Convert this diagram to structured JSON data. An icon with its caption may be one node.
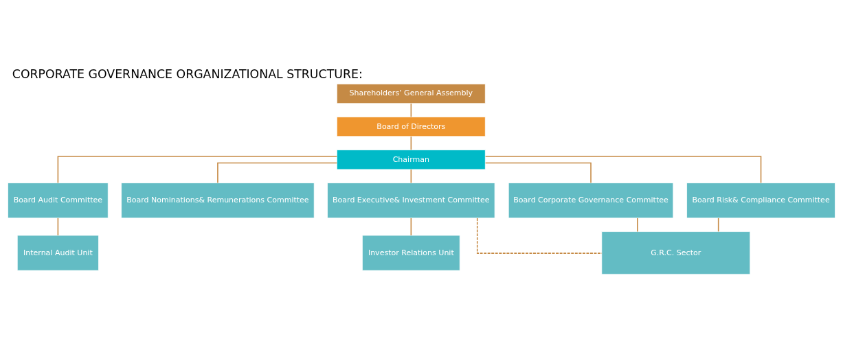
{
  "diagram": {
    "title": "CORPORATE GOVERNANCE ORGANIZATIONAL STRUCTURE:",
    "nodes": [
      {
        "text": [
          "Shareholders’ General Assembly"
        ]
      },
      {
        "text": [
          "Board of Directors"
        ]
      },
      {
        "text": [
          "Chairman"
        ]
      },
      {
        "text": [
          "Board Audit Committee"
        ]
      },
      {
        "text": [
          "Board Nominations& Remunerations Committee"
        ]
      },
      {
        "text": [
          "Board Executive& Investment Committee"
        ]
      },
      {
        "text": [
          "Board Corporate Governance Committee"
        ]
      },
      {
        "text": [
          "Board Risk& Compliance Committee"
        ]
      },
      {
        "text": [
          "Internal Audit Unit"
        ]
      },
      {
        "text": [
          "Investor Relations Unit"
        ]
      },
      {
        "text": [
          "G.R.C. Sector"
        ]
      }
    ],
    "edges": [
      {
        "from": 0,
        "to": 1,
        "arrow": "none"
      },
      {
        "from": 1,
        "to": 2,
        "arrow": "none"
      },
      {
        "from": 2,
        "to": 3,
        "arrow": "none"
      },
      {
        "from": 2,
        "to": 4,
        "arrow": "none"
      },
      {
        "from": 2,
        "to": 5,
        "arrow": "none"
      },
      {
        "from": 2,
        "to": 6,
        "arrow": "none"
      },
      {
        "from": 2,
        "to": 7,
        "arrow": "none"
      },
      {
        "from": 3,
        "to": 8,
        "arrow": "none"
      },
      {
        "from": 5,
        "to": 9,
        "arrow": "none"
      },
      {
        "from": 5,
        "to": 10,
        "arrow": "none",
        "style": "dashed"
      },
      {
        "from": 6,
        "to": 10,
        "arrow": "none"
      },
      {
        "from": 7,
        "to": 10,
        "arrow": "none"
      }
    ]
  }
}
